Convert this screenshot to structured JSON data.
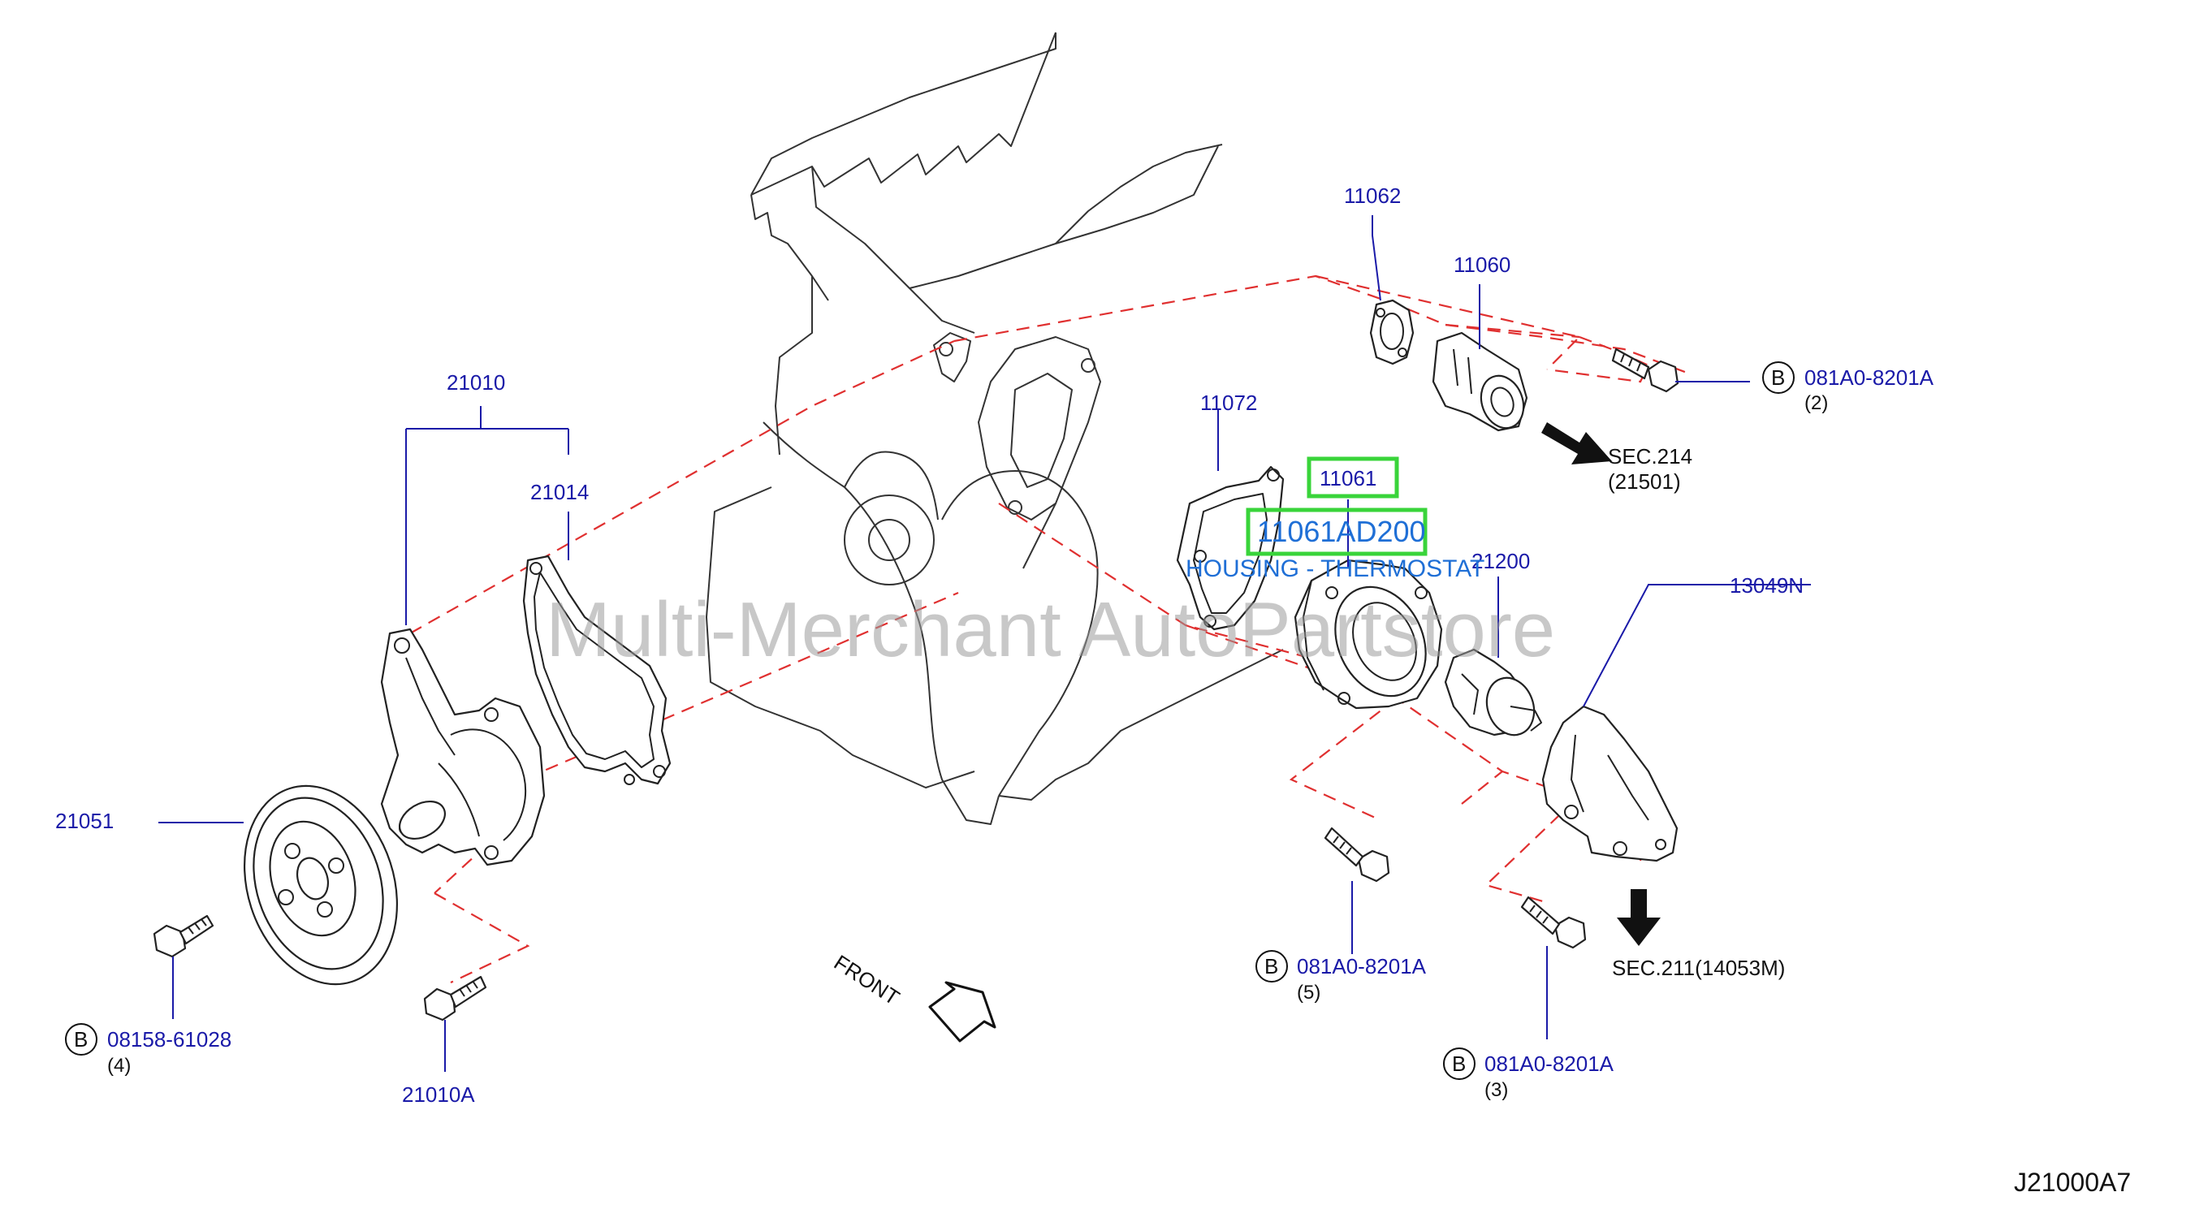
{
  "watermark": "Multi-Merchant AutoPartstore",
  "diagram_id": "J21000A7",
  "front_label": "FRONT",
  "highlight": {
    "part_number": "11061",
    "full_part_number": "11061AD200",
    "description": "HOUSING - THERMOSTAT"
  },
  "callouts": {
    "p11062": "11062",
    "p11060": "11060",
    "p11072": "11072",
    "p21010": "21010",
    "p21014": "21014",
    "p21200": "21200",
    "p13049N": "13049N",
    "p21051": "21051",
    "p21010A": "21010A"
  },
  "bolts": {
    "top_right": {
      "marker": "B",
      "part": "081A0-8201A",
      "qty": "(2)"
    },
    "middle": {
      "marker": "B",
      "part": "081A0-8201A",
      "qty": "(5)"
    },
    "bottom_right": {
      "marker": "B",
      "part": "081A0-8201A",
      "qty": "(3)"
    },
    "left": {
      "marker": "B",
      "part": "08158-61028",
      "qty": "(4)"
    }
  },
  "sections": {
    "sec214": {
      "line1": "SEC.214",
      "line2": "(21501)"
    },
    "sec211": {
      "line1": "SEC.211(14053M)"
    }
  },
  "colors": {
    "label_blue": "#1a1aa8",
    "highlight_green": "#39d43a",
    "description_blue": "#1f6fd6",
    "dashed_red": "#e03030"
  }
}
